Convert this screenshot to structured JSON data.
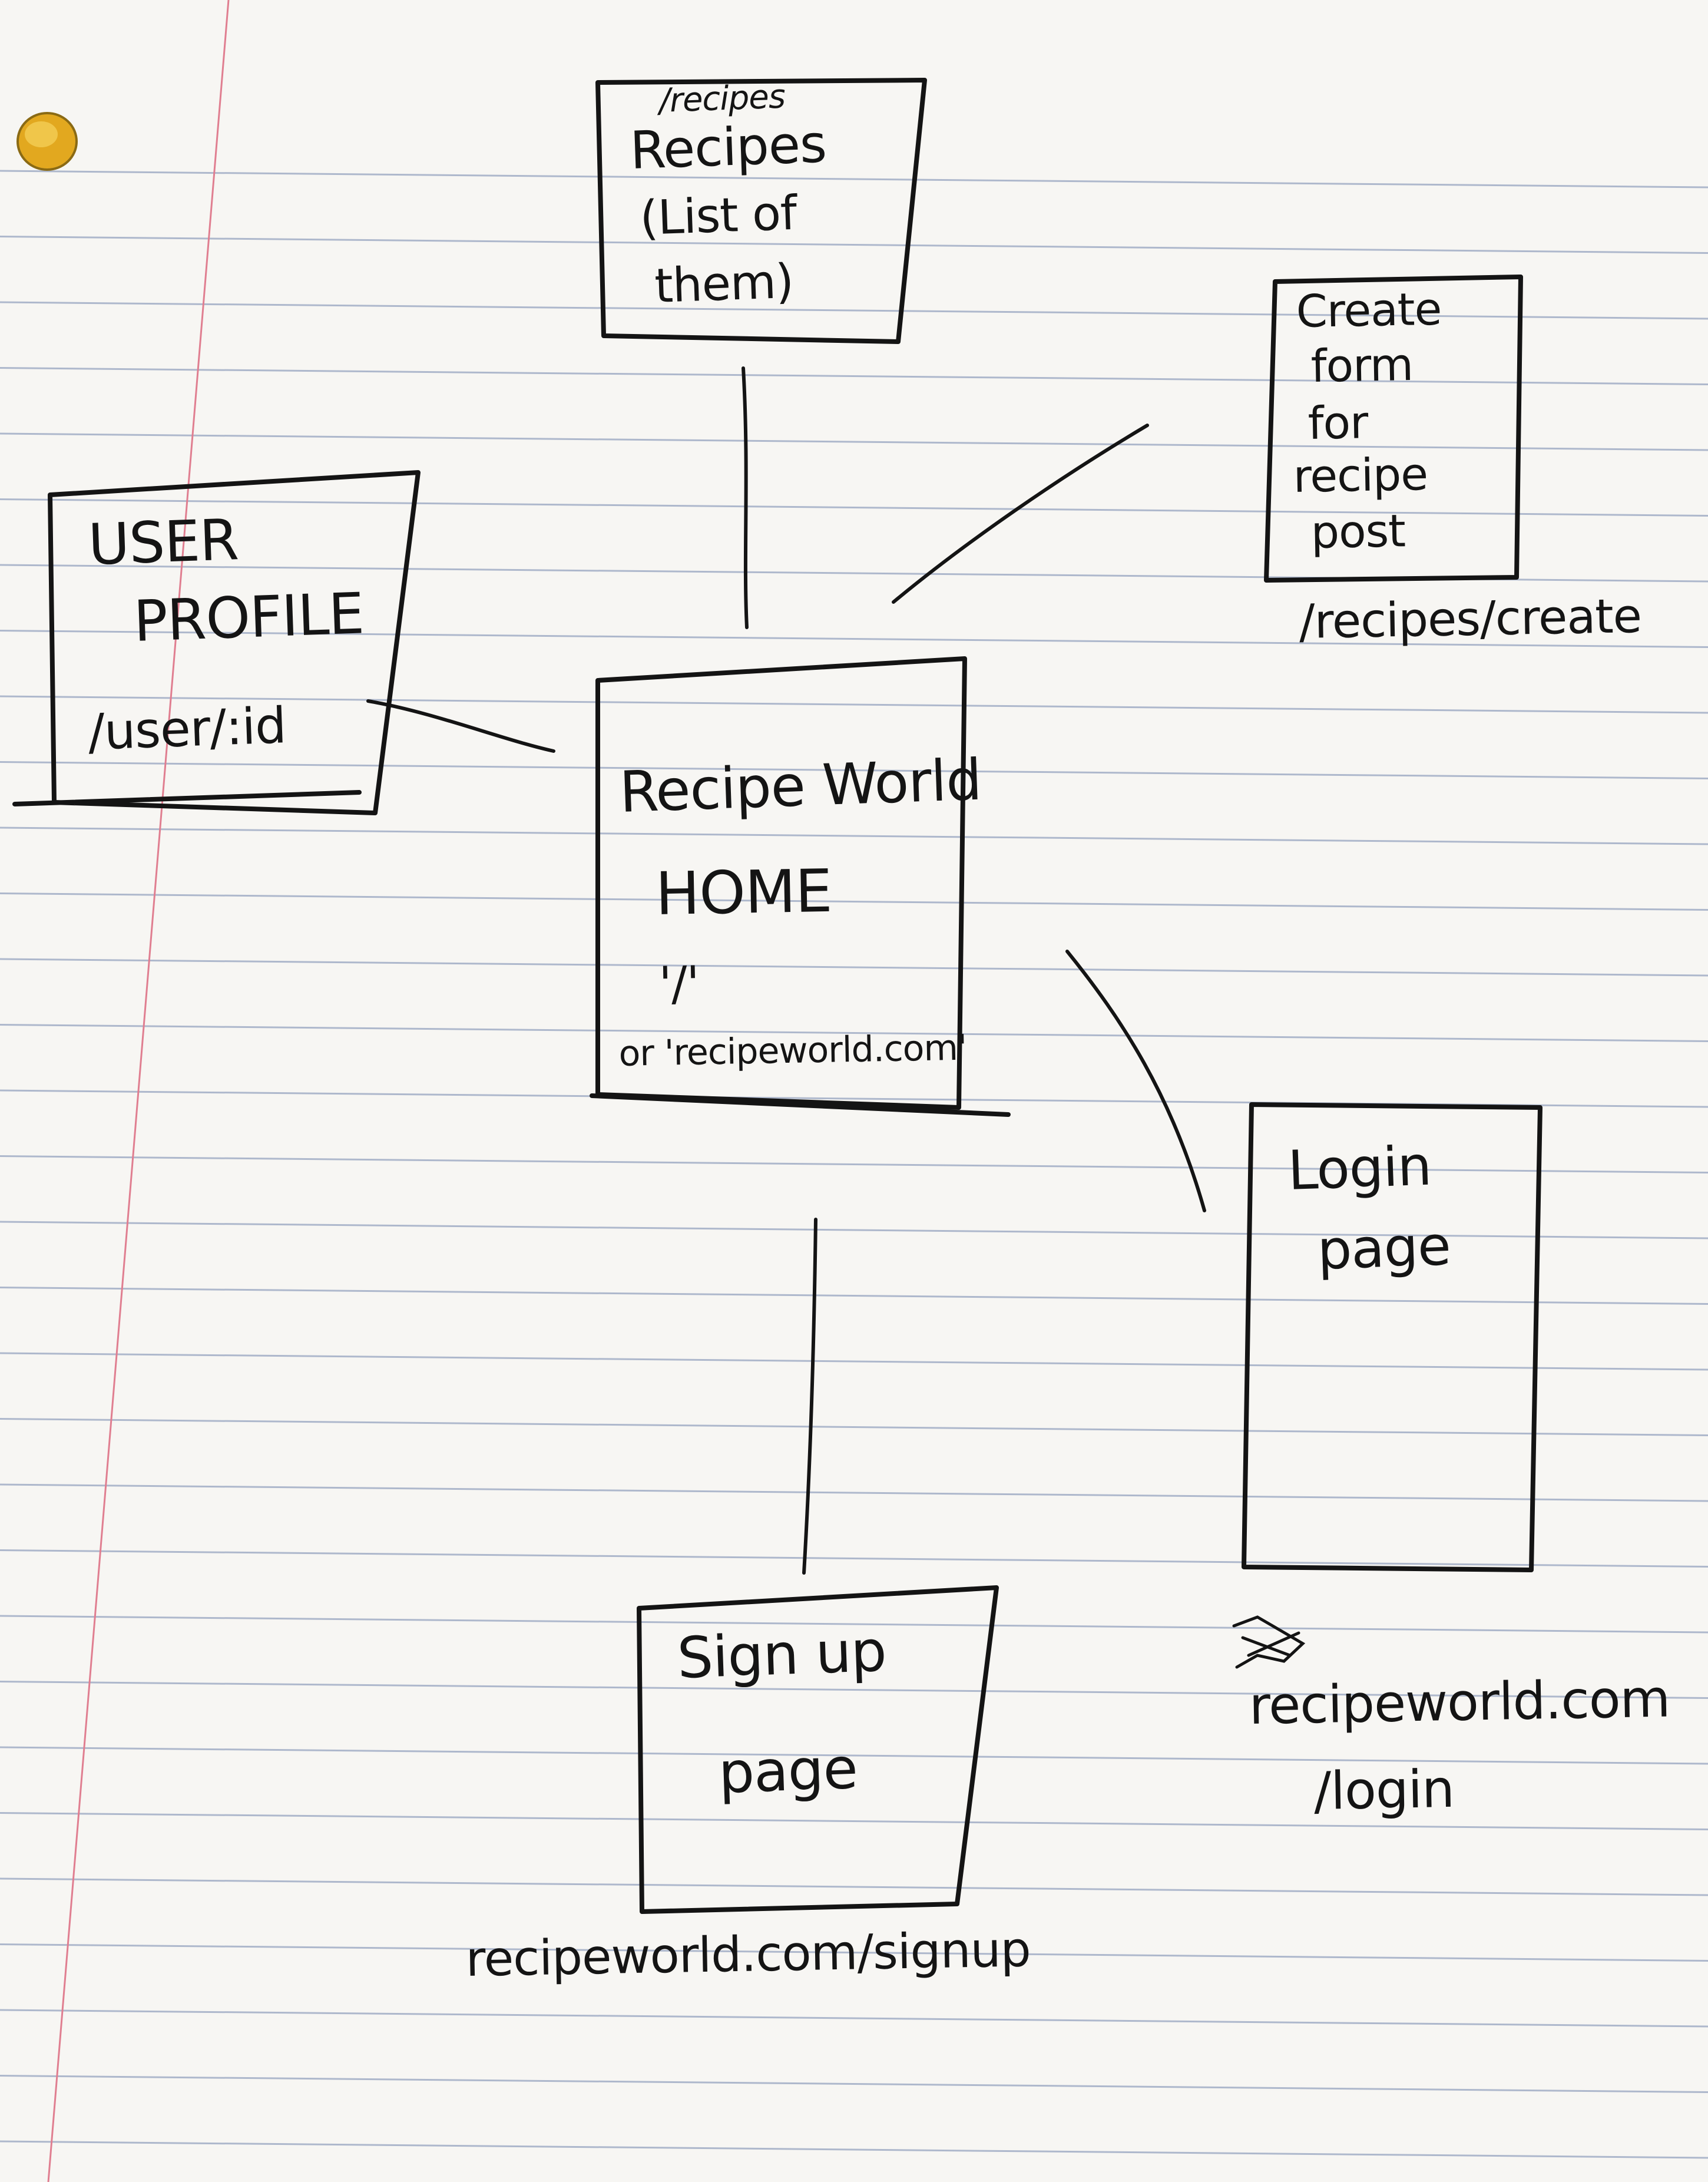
{
  "paper": {
    "line_color": "#aeb8cc",
    "margin_color": "#e07e90",
    "hole_color": "#e2a81f",
    "ink_color": "#141414"
  },
  "nodes": {
    "recipes": {
      "route": "/recipes",
      "title": "Recipes",
      "subtitle_line1": "(List of",
      "subtitle_line2": "them)"
    },
    "create": {
      "line1": "Create",
      "line2": "form",
      "line3": "for",
      "line4": "recipe",
      "line5": "post",
      "route": "/recipes/create"
    },
    "user_profile": {
      "line1": "USER",
      "line2": "PROFILE",
      "route": "/user/:id"
    },
    "home": {
      "title": "Recipe World",
      "subtitle": "HOME",
      "route": "'/'",
      "alt_route": "or 'recipeworld.com'"
    },
    "login": {
      "line1": "Login",
      "line2": "page",
      "route_line1": "recipeworld.com",
      "route_line2": "/login"
    },
    "signup": {
      "line1": "Sign up",
      "line2": "page",
      "route": "recipeworld.com/signup"
    }
  }
}
